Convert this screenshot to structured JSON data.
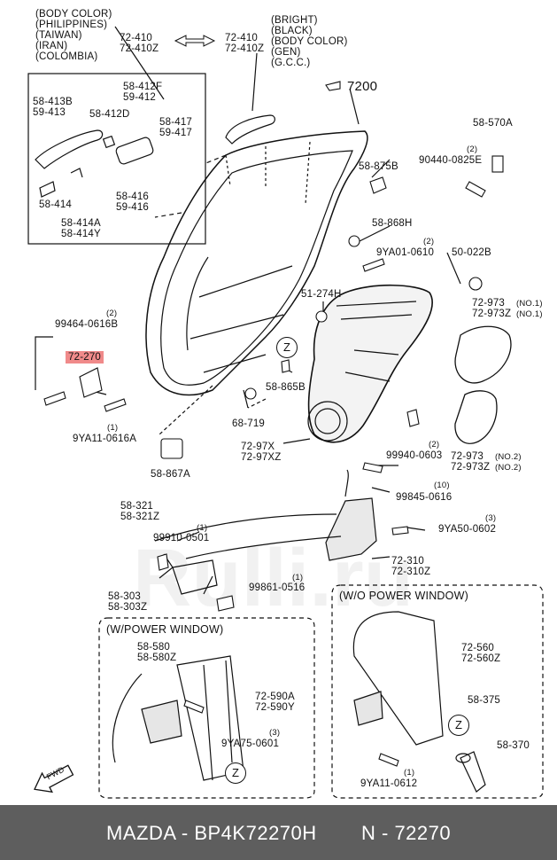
{
  "header": {
    "origin_list": [
      "(BODY COLOR)",
      "(PHILIPPINES)",
      "(TAIWAN)",
      "(IRAN)",
      "(COLOMBIA)"
    ],
    "color_list": [
      "(BRIGHT)",
      "(BLACK)",
      "(BODY COLOR)",
      "(GEN)",
      "(G.C.C.)"
    ],
    "left_handle": [
      "72-410",
      "72-410Z"
    ],
    "right_handle": [
      "72-410",
      "72-410Z"
    ]
  },
  "ref_7200": "7200",
  "parts": {
    "p58_413": [
      "58-413B",
      "59-413"
    ],
    "p58_412f": [
      "58-412F",
      "59-412"
    ],
    "p58_412d": "58-412D",
    "p58_417": [
      "58-417",
      "59-417"
    ],
    "p58_414": "58-414",
    "p58_414a": [
      "58-414A",
      "58-414Y"
    ],
    "p58_416": [
      "58-416",
      "59-416"
    ],
    "p58_570a": "58-570A",
    "p90440": "90440-0825E",
    "p90440_qty": "(2)",
    "p58_875b": "58-875B",
    "p58_868h": "58-868H",
    "p9ya01": "9YA01-0610",
    "p9ya01_qty": "(2)",
    "p50_022b": "50-022B",
    "p51_274h": "51-274H",
    "p72_973_1": [
      "72-973",
      "72-973Z"
    ],
    "p72_973_1_note": [
      "(NO.1)",
      "(NO.1)"
    ],
    "p99464": "99464-0616B",
    "p99464_qty": "(2)",
    "p72_270": "72-270",
    "p58_865b": "58-865B",
    "p9ya11": "9YA11-0616A",
    "p9ya11_qty": "(1)",
    "p68_719": "68-719",
    "p72_97x": [
      "72-97X",
      "72-97XZ"
    ],
    "p99940": "99940-0603",
    "p99940_qty": "(2)",
    "p72_973_2": [
      "72-973",
      "72-973Z"
    ],
    "p72_973_2_note": [
      "(NO.2)",
      "(NO.2)"
    ],
    "p58_867a": "58-867A",
    "p99845": "99845-0616",
    "p99845_qty": "(10)",
    "p58_321": [
      "58-321",
      "58-321Z"
    ],
    "p99910": "99910-0501",
    "p99910_qty": "(1)",
    "p9ya50": "9YA50-0602",
    "p9ya50_qty": "(3)",
    "p72_310": [
      "72-310",
      "72-310Z"
    ],
    "p58_303": [
      "58-303",
      "58-303Z"
    ],
    "p99861": "99861-0516",
    "p99861_qty": "(1)",
    "p58_580": [
      "58-580",
      "58-580Z"
    ],
    "p72_590a": [
      "72-590A",
      "72-590Y"
    ],
    "p9ya75": "9YA75-0601",
    "p9ya75_qty": "(3)",
    "p72_560": [
      "72-560",
      "72-560Z"
    ],
    "p58_375": "58-375",
    "p58_370": "58-370",
    "p9ya11_0612": "9YA11-0612",
    "p9ya11_0612_qty": "(1)"
  },
  "boxes": {
    "power_window": "(W/POWER WINDOW)",
    "no_power_window": "(W/O POWER WINDOW)"
  },
  "z_marker": "Z",
  "fwd": "FWD",
  "highlight_color": "#f08a8a",
  "watermark": "Rulli.ru",
  "footer": {
    "brand": "MAZDA - BP4K72270H",
    "number": "N - 72270"
  }
}
